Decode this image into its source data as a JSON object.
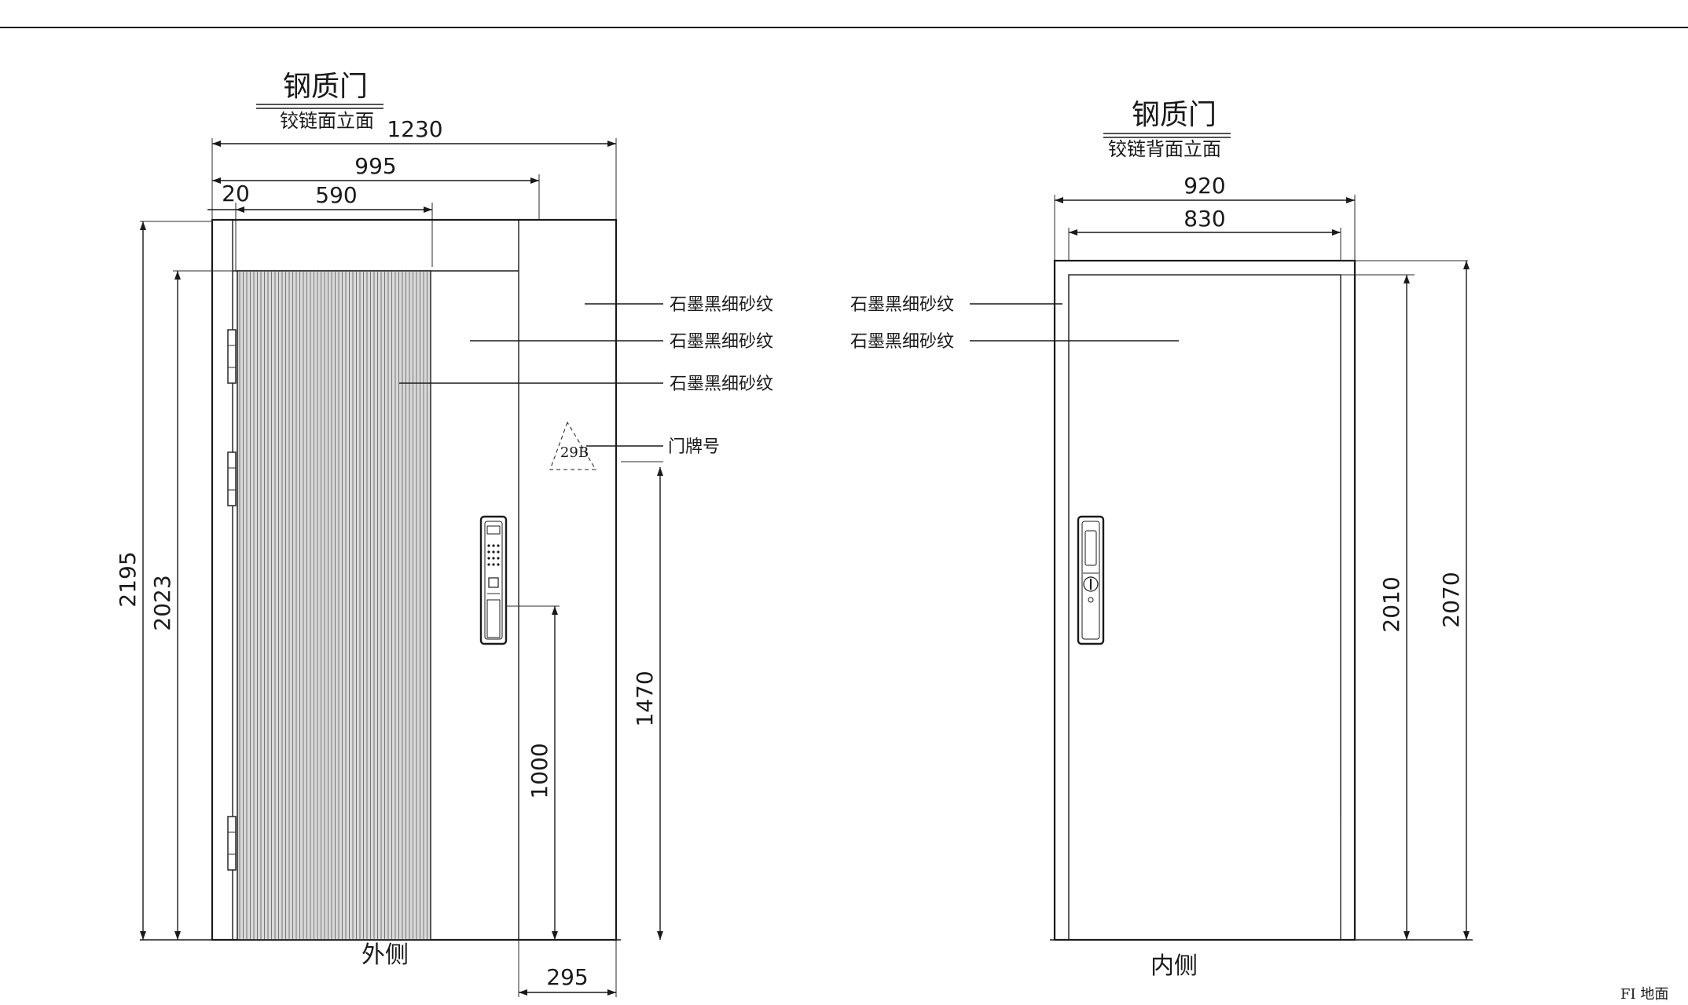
{
  "left_view": {
    "title": "钢质门",
    "subtitle": "铰链面立面",
    "side_label": "外侧",
    "dims": {
      "overall_width": "1230",
      "leaf_width": "995",
      "hinge_gap": "20",
      "panel_width": "590",
      "overall_height": "2195",
      "leaf_height": "2023",
      "plate_height": "1470",
      "handle_height": "1000",
      "bottom_offset": "295"
    },
    "callouts": [
      "石墨黑细砂纹",
      "石墨黑细砂纹",
      "石墨黑细砂纹"
    ],
    "plate_callout": "门牌号",
    "plate_number": "29B"
  },
  "right_view": {
    "title": "钢质门",
    "subtitle": "铰链背面立面",
    "side_label": "内侧",
    "dims": {
      "outer_width": "920",
      "inner_width": "830",
      "inner_height": "2010",
      "outer_height": "2070"
    },
    "callouts": [
      "石墨黑细砂纹",
      "石墨黑细砂纹"
    ]
  },
  "footer_note": "FI 地面"
}
